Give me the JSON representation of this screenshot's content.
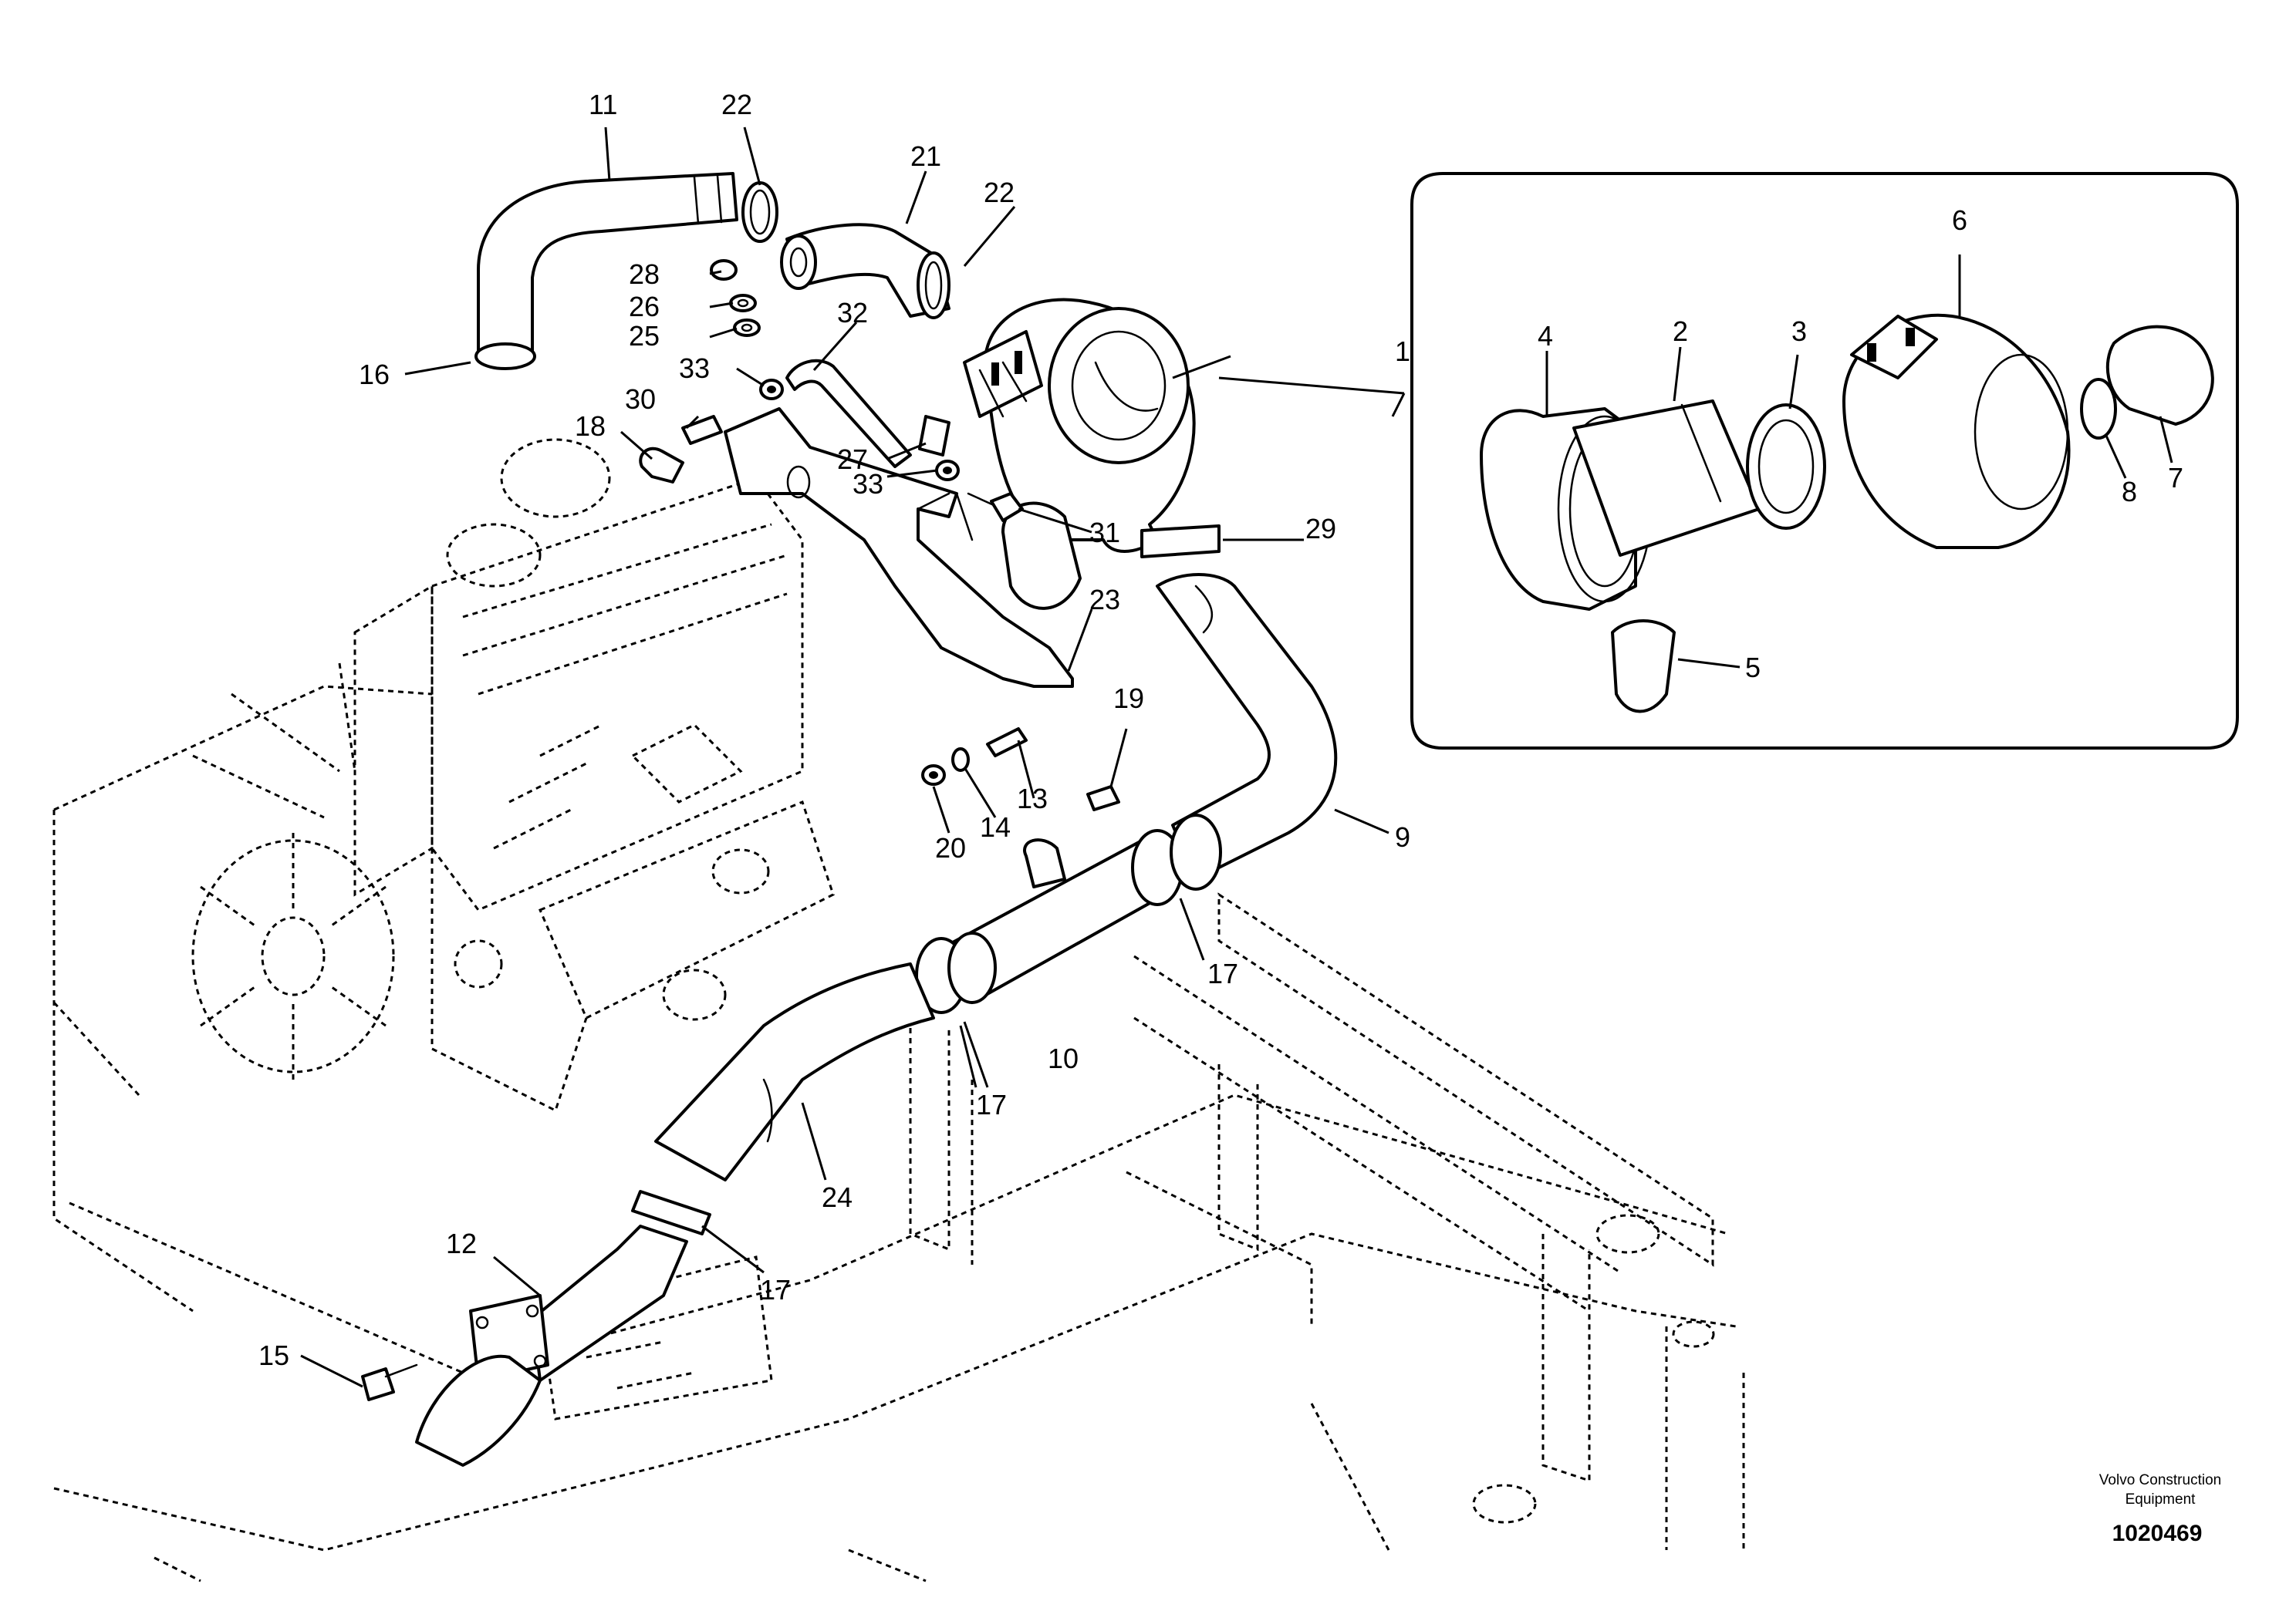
{
  "callouts": [
    {
      "id": "1",
      "text": "1"
    },
    {
      "id": "2",
      "text": "2"
    },
    {
      "id": "3",
      "text": "3"
    },
    {
      "id": "4",
      "text": "4"
    },
    {
      "id": "5",
      "text": "5"
    },
    {
      "id": "6",
      "text": "6"
    },
    {
      "id": "7",
      "text": "7"
    },
    {
      "id": "8",
      "text": "8"
    },
    {
      "id": "9",
      "text": "9"
    },
    {
      "id": "10",
      "text": "10"
    },
    {
      "id": "11",
      "text": "11"
    },
    {
      "id": "12",
      "text": "12"
    },
    {
      "id": "13",
      "text": "13"
    },
    {
      "id": "14",
      "text": "14"
    },
    {
      "id": "15",
      "text": "15"
    },
    {
      "id": "16",
      "text": "16"
    },
    {
      "id": "17a",
      "text": "17"
    },
    {
      "id": "17b",
      "text": "17"
    },
    {
      "id": "17c",
      "text": "17"
    },
    {
      "id": "18",
      "text": "18"
    },
    {
      "id": "19",
      "text": "19"
    },
    {
      "id": "20",
      "text": "20"
    },
    {
      "id": "21",
      "text": "21"
    },
    {
      "id": "22a",
      "text": "22"
    },
    {
      "id": "22b",
      "text": "22"
    },
    {
      "id": "23",
      "text": "23"
    },
    {
      "id": "24",
      "text": "24"
    },
    {
      "id": "25",
      "text": "25"
    },
    {
      "id": "26",
      "text": "26"
    },
    {
      "id": "27",
      "text": "27"
    },
    {
      "id": "28",
      "text": "28"
    },
    {
      "id": "29",
      "text": "29"
    },
    {
      "id": "30",
      "text": "30"
    },
    {
      "id": "31",
      "text": "31"
    },
    {
      "id": "32",
      "text": "32"
    },
    {
      "id": "33a",
      "text": "33"
    },
    {
      "id": "33b",
      "text": "33"
    }
  ],
  "footer": {
    "brand_line1": "Volvo Construction",
    "brand_line2": "Equipment",
    "document_number": "1020469"
  }
}
